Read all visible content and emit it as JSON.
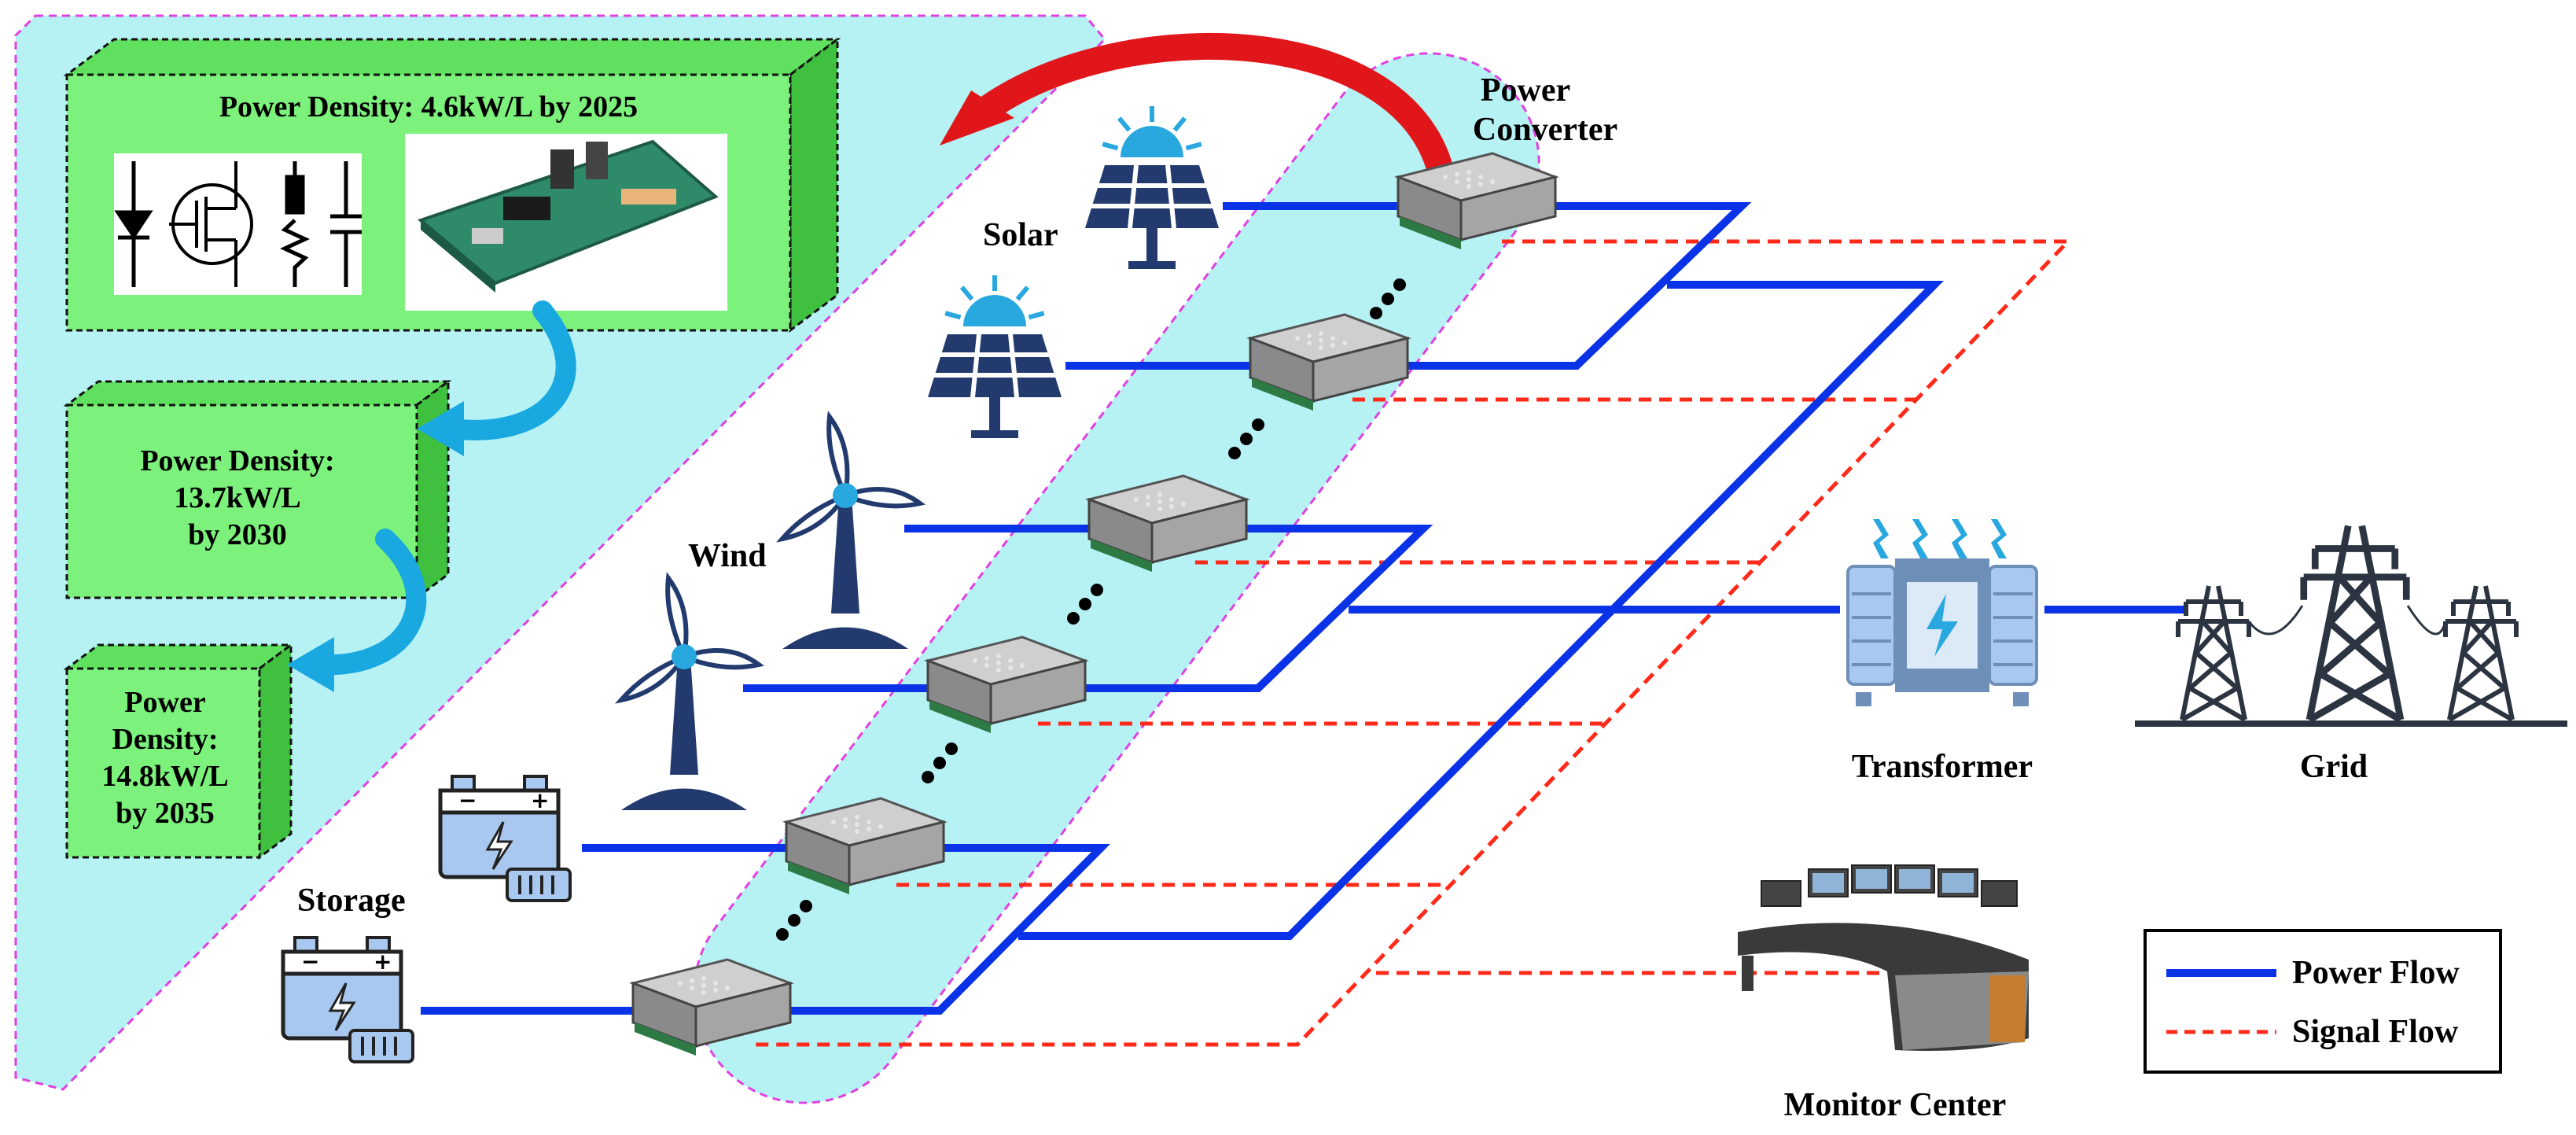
{
  "labels": {
    "power_converter_line1": "Power",
    "power_converter_line2": "Converter",
    "solar": "Solar",
    "wind": "Wind",
    "storage": "Storage",
    "transformer": "Transformer",
    "grid": "Grid",
    "monitor_center": "Monitor Center"
  },
  "density_boxes": [
    {
      "lines": [
        "Power Density: 4.6kW/L by 2025"
      ]
    },
    {
      "lines": [
        "Power Density:",
        "13.7kW/L",
        "by 2030"
      ]
    },
    {
      "lines": [
        "Power",
        "Density:",
        "14.8kW/L",
        "by 2035"
      ]
    }
  ],
  "legend": {
    "power_flow": "Power Flow",
    "signal_flow": "Signal Flow"
  },
  "colors": {
    "power_flow": "#0a32e6",
    "signal_flow": "#ff2a1a",
    "panel_fill": "#b6f2f4",
    "panel_border": "#e040e0",
    "box_fill": "#7cf27c",
    "icon_navy": "#223a6e",
    "arrow_red": "#e0161a",
    "arrow_blue": "#19a8e0"
  },
  "icons": {
    "component_symbols": [
      "diode-icon",
      "mosfet-icon",
      "resistor-icon",
      "capacitor-icon"
    ],
    "sources": [
      "solar-panel-icon",
      "solar-panel-icon",
      "wind-turbine-icon",
      "wind-turbine-icon",
      "battery-icon",
      "battery-icon"
    ],
    "transformer": "transformer-icon",
    "grid": "transmission-tower-icon",
    "monitor_center": "control-room-icon"
  }
}
